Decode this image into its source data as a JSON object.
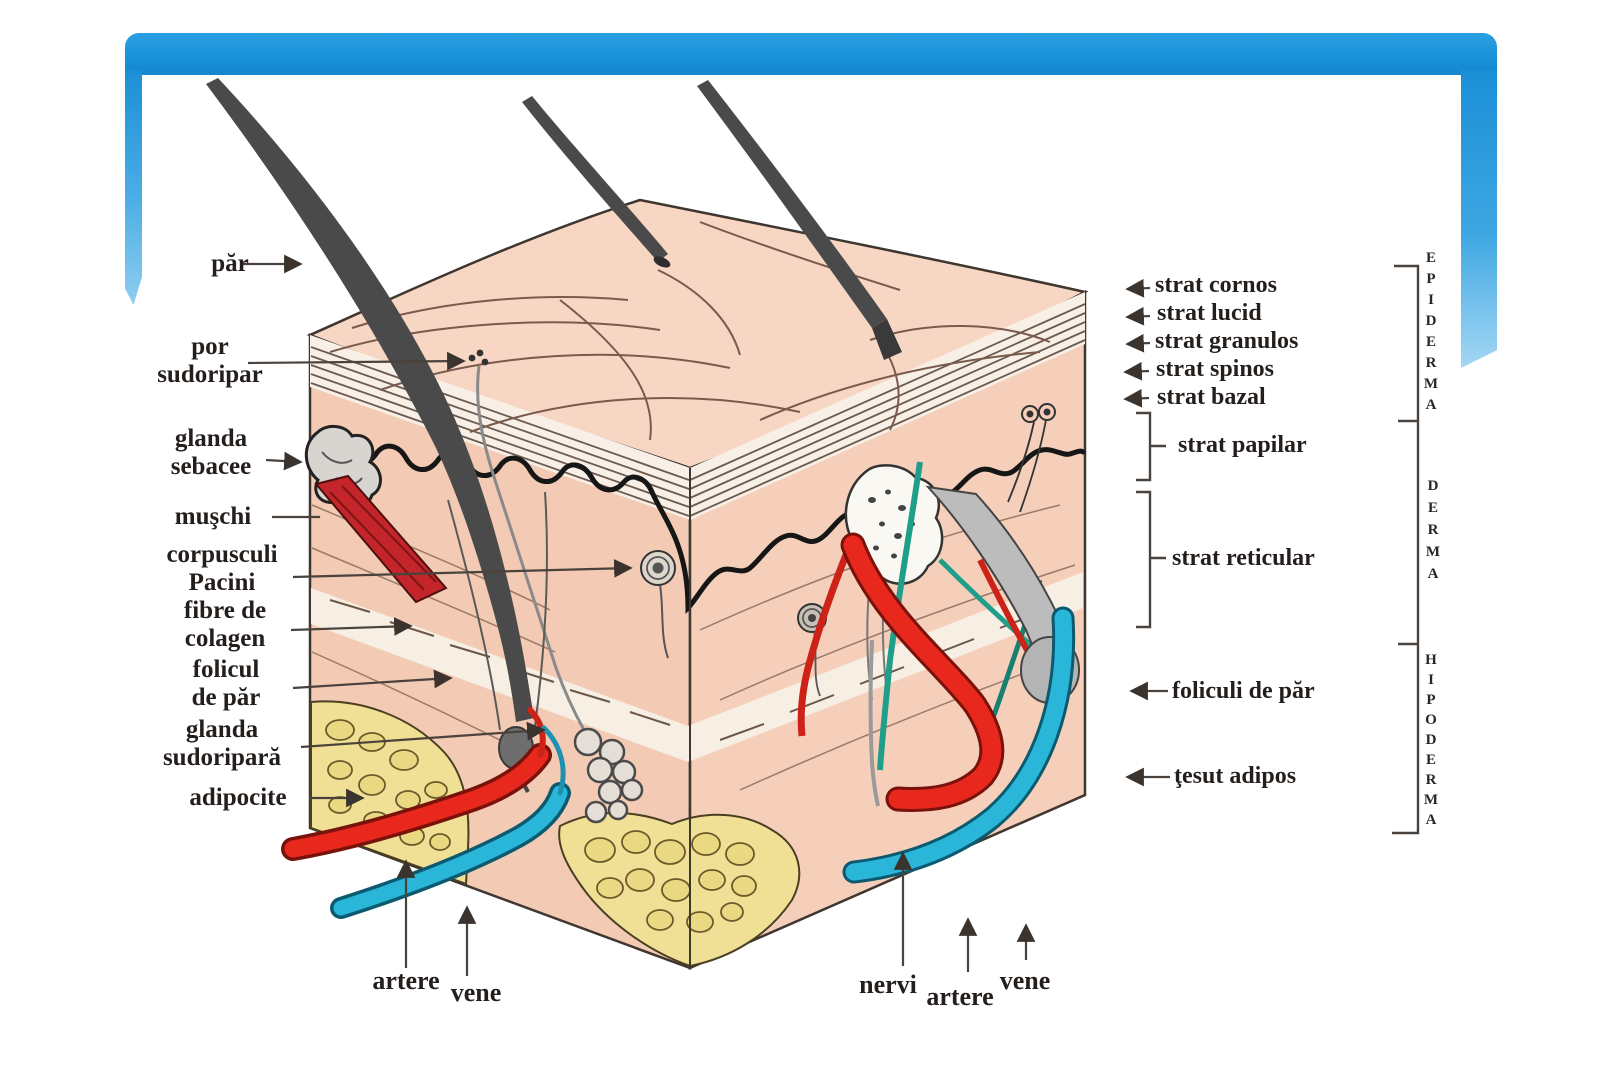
{
  "frame": {
    "accent_color": "#1b93da",
    "accent_color_light": "#8ecdf0"
  },
  "diagram": {
    "left_labels": [
      {
        "id": "par",
        "text": "păr"
      },
      {
        "id": "por-sudoripar",
        "text": "por\nsudoripar"
      },
      {
        "id": "glanda-sebacee",
        "text": "glanda\nsebacee"
      },
      {
        "id": "muschi",
        "text": "muşchi"
      },
      {
        "id": "corpusculi-pacini",
        "text": "corpusculi\nPacini"
      },
      {
        "id": "fibre-de-colagen",
        "text": "fibre de\ncolagen"
      },
      {
        "id": "folicul-de-par",
        "text": "folicul\nde păr"
      },
      {
        "id": "glanda-sudoripara",
        "text": "glanda\nsudoripară"
      },
      {
        "id": "adipocite",
        "text": "adipocite"
      }
    ],
    "bottom_left_labels": [
      {
        "id": "artere-left",
        "text": "artere"
      },
      {
        "id": "vene-left",
        "text": "vene"
      }
    ],
    "bottom_right_labels": [
      {
        "id": "nervi",
        "text": "nervi"
      },
      {
        "id": "artere-right",
        "text": "artere"
      },
      {
        "id": "vene-right",
        "text": "vene"
      }
    ],
    "right_labels": [
      {
        "id": "strat-cornos",
        "text": "strat cornos"
      },
      {
        "id": "strat-lucid",
        "text": "strat lucid"
      },
      {
        "id": "strat-granulos",
        "text": "strat granulos"
      },
      {
        "id": "strat-spinos",
        "text": "strat spinos"
      },
      {
        "id": "strat-bazal",
        "text": "strat bazal"
      },
      {
        "id": "strat-papilar",
        "text": "strat papilar"
      },
      {
        "id": "strat-reticular",
        "text": "strat reticular"
      },
      {
        "id": "foliculi-de-par",
        "text": "foliculi de păr"
      },
      {
        "id": "tesut-adipos",
        "text": "ţesut adipos"
      }
    ],
    "layer_sections": [
      {
        "id": "epiderma",
        "text": "EPIDERMA"
      },
      {
        "id": "derma",
        "text": "DERMA"
      },
      {
        "id": "hipoderma",
        "text": "HIPODERMA"
      }
    ],
    "colors": {
      "skin_top": "#f7d7c3",
      "skin_left": "#f3cab4",
      "skin_right": "#f5cfba",
      "epidermis_band": "#f8efe6",
      "outline": "#3f3630",
      "junction_line": "#161616",
      "hair": "#4a4a4a",
      "gland_gray": "#bcbcbc",
      "muscle_red": "#c4252b",
      "fat_yellow": "#f0e096",
      "artery_red": "#e8281c",
      "vein_cyan": "#2ab6d8",
      "nerve_teal": "#1f9e8a",
      "label_color": "#241f1c"
    }
  }
}
